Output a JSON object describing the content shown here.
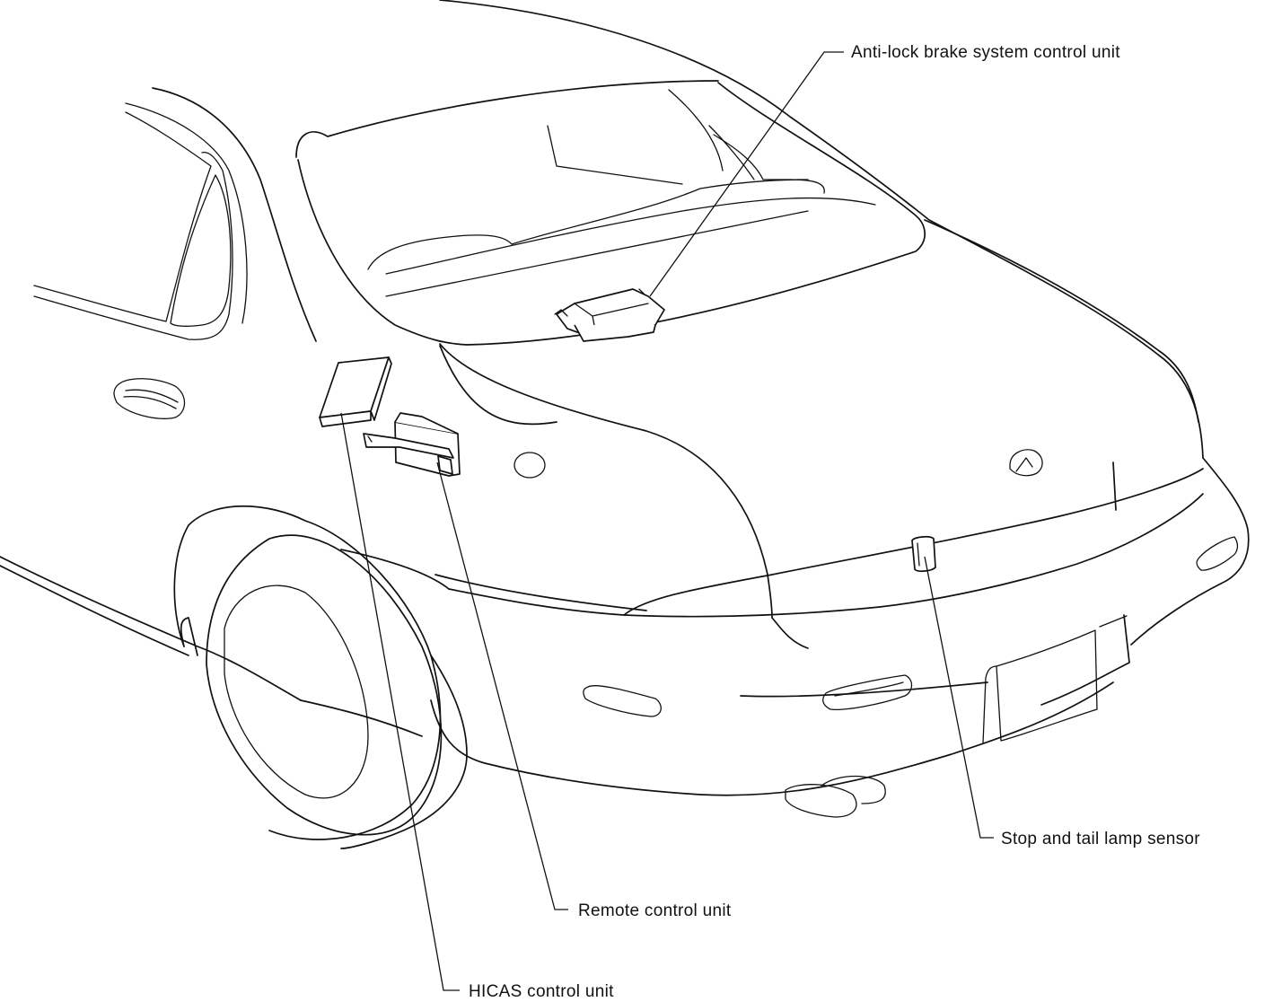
{
  "labels": {
    "abs_control_unit": "Anti-lock brake system control unit",
    "stop_tail_lamp_sensor": "Stop and tail lamp sensor",
    "remote_control_unit": "Remote control unit",
    "hicas_control_unit": "HICAS control unit"
  },
  "colors": {
    "line": "#111111",
    "background": "#ffffff"
  }
}
